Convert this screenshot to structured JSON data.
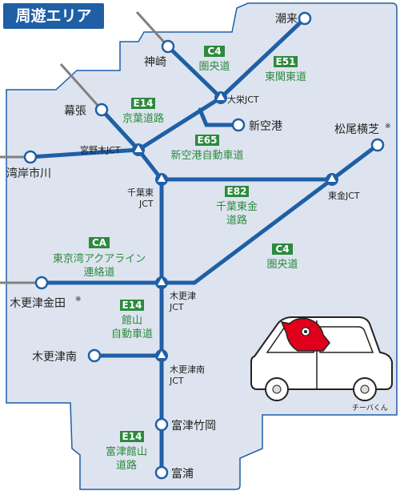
{
  "header": {
    "title": "周遊エリア"
  },
  "colors": {
    "area_fill": "#dde4ef",
    "area_stroke": "#1f5fa6",
    "road": "#1f5fa6",
    "external_road": "#808080",
    "badge": "#2d8a3e",
    "road_name": "#2d8a3e",
    "mascot": "#e0001b"
  },
  "places": {
    "choshi": "潮来",
    "kanzaki": "神崎",
    "makuhari": "幕張",
    "shinkuko": "新空港",
    "matsuo": "松尾横芝",
    "wangan": "湾岸市川",
    "kisarazu_kaneda": "木更津金田",
    "kisarazu_minami": "木更津南",
    "futtsu_takeoka": "富津竹岡",
    "futtsu": "富浦"
  },
  "junctions": {
    "oei": "大栄JCT",
    "miyanogi": "宮野木JCT",
    "chibahigashi_1": "千葉東",
    "chibahigashi_2": "JCT",
    "togane": "東金JCT",
    "kisarazu_1": "木更津",
    "kisarazu_2": "JCT",
    "kisarazuminami_1": "木更津南",
    "kisarazuminami_2": "JCT"
  },
  "roads": {
    "c4_top": {
      "num": "C4",
      "name": "圏央道"
    },
    "e51": {
      "num": "E51",
      "name": "東関東道"
    },
    "e14_top": {
      "num": "E14",
      "name": "京葉道路"
    },
    "e65": {
      "num": "E65",
      "name": "新空港自動車道"
    },
    "e82": {
      "num": "E82",
      "name_1": "千葉東金",
      "name_2": "道路"
    },
    "ca": {
      "num": "CA",
      "name_1": "東京湾アクアライン",
      "name_2": "連絡道"
    },
    "c4_bottom": {
      "num": "C4",
      "name": "圏央道"
    },
    "e14_mid": {
      "num": "E14",
      "name_1": "館山",
      "name_2": "自動車道"
    },
    "e14_bottom": {
      "num": "E14",
      "name_1": "富津館山",
      "name_2": "道路"
    }
  },
  "notes": {
    "asterisk": "※",
    "mascot": "チーバくん"
  }
}
